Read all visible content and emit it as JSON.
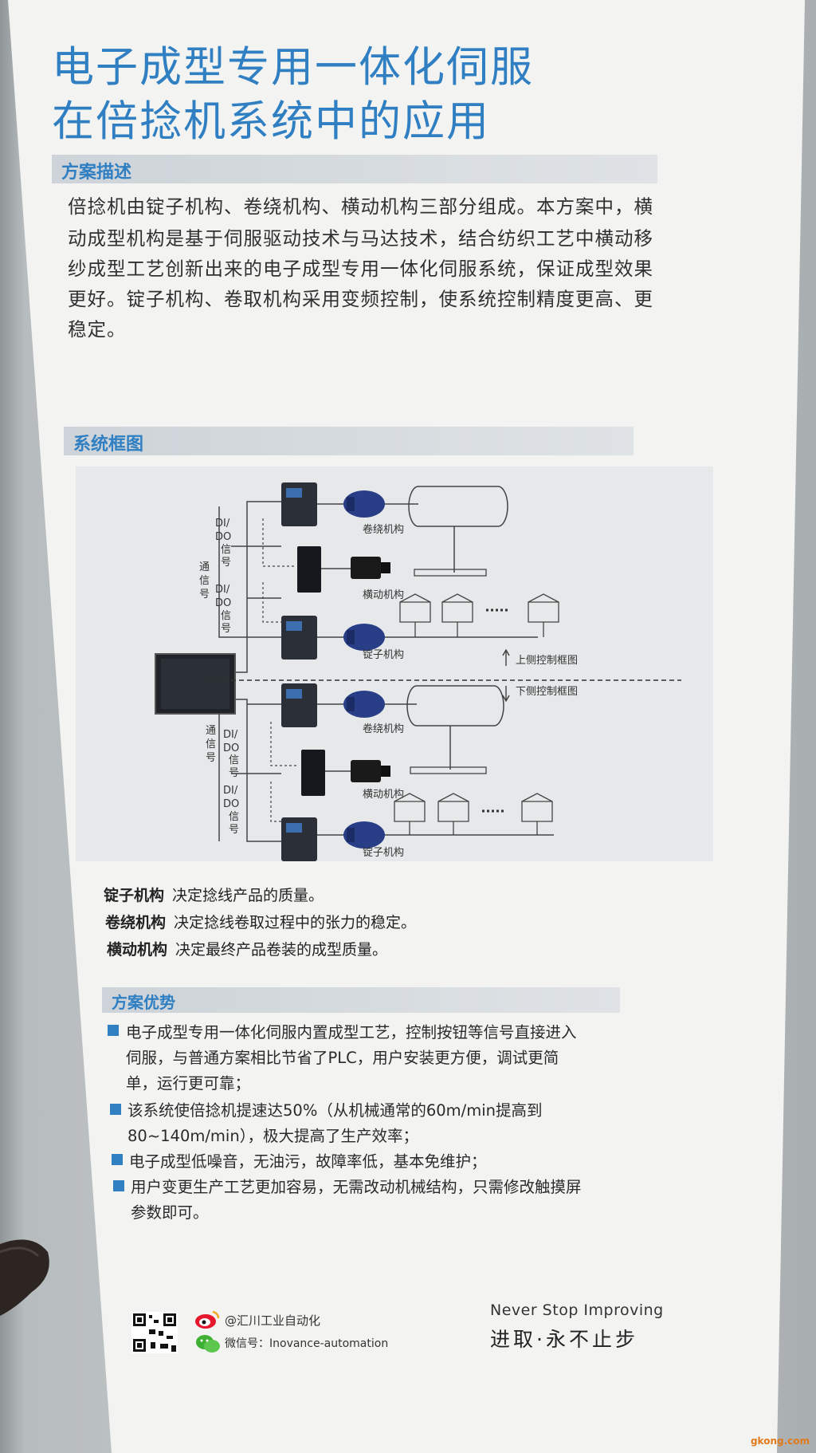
{
  "poster": {
    "title_line1": "电子成型专用一体化伺服",
    "title_line2": "在倍捻机系统中的应用"
  },
  "description": {
    "heading": "方案描述",
    "lines": [
      "倍捻机由锭子机构、卷绕机构、横动机构三部分组成。本方案中，横",
      "动成型机构是基于伺服驱动技术与马达技术，结合纺织工艺中横动移",
      "纱成型工艺创新出来的电子成型专用一体化伺服系统，保证成型效果",
      "更好。锭子机构、卷取机构采用变频控制，使系统控制精度更高、更",
      "稳定。"
    ]
  },
  "diagram": {
    "heading": "系统框图",
    "labels": {
      "winding": "卷绕机构",
      "traverse": "横动机构",
      "spindle": "锭子机构",
      "upper": "上侧控制框图",
      "lower": "下侧控制框图",
      "di": "DI/",
      "do": "DO",
      "xin": "信",
      "hao": "号",
      "tong": "通"
    }
  },
  "definitions": [
    {
      "term": "锭子机构",
      "text": "决定捻线产品的质量。"
    },
    {
      "term": "卷绕机构",
      "text": "决定捻线卷取过程中的张力的稳定。"
    },
    {
      "term": "横动机构",
      "text": "决定最终产品卷装的成型质量。"
    }
  ],
  "advantages": {
    "heading": "方案优势",
    "items": [
      [
        "电子成型专用一体化伺服内置成型工艺，控制按钮等信号直接进入",
        "伺服，与普通方案相比节省了PLC，用户安装更方便，调试更简",
        "单，运行更可靠；"
      ],
      [
        "该系统使倍捻机提速达50%（从机械通常的60m/min提高到",
        "80~140m/min），极大提高了生产效率；"
      ],
      [
        "电子成型低噪音，无油污，故障率低，基本免维护；"
      ],
      [
        "用户变更生产工艺更加容易，无需改动机械结构，只需修改触摸屏",
        "参数即可。"
      ]
    ]
  },
  "footer": {
    "weibo": "@汇川工业自动化",
    "wechat": "微信号：Inovance-automation",
    "slogan_en": "Never Stop Improving",
    "slogan_cn": "进取·永不止步"
  },
  "watermark": "gkong.com",
  "colors": {
    "accent": "#2f7fc2",
    "section_bar": "#d6dbdf"
  }
}
